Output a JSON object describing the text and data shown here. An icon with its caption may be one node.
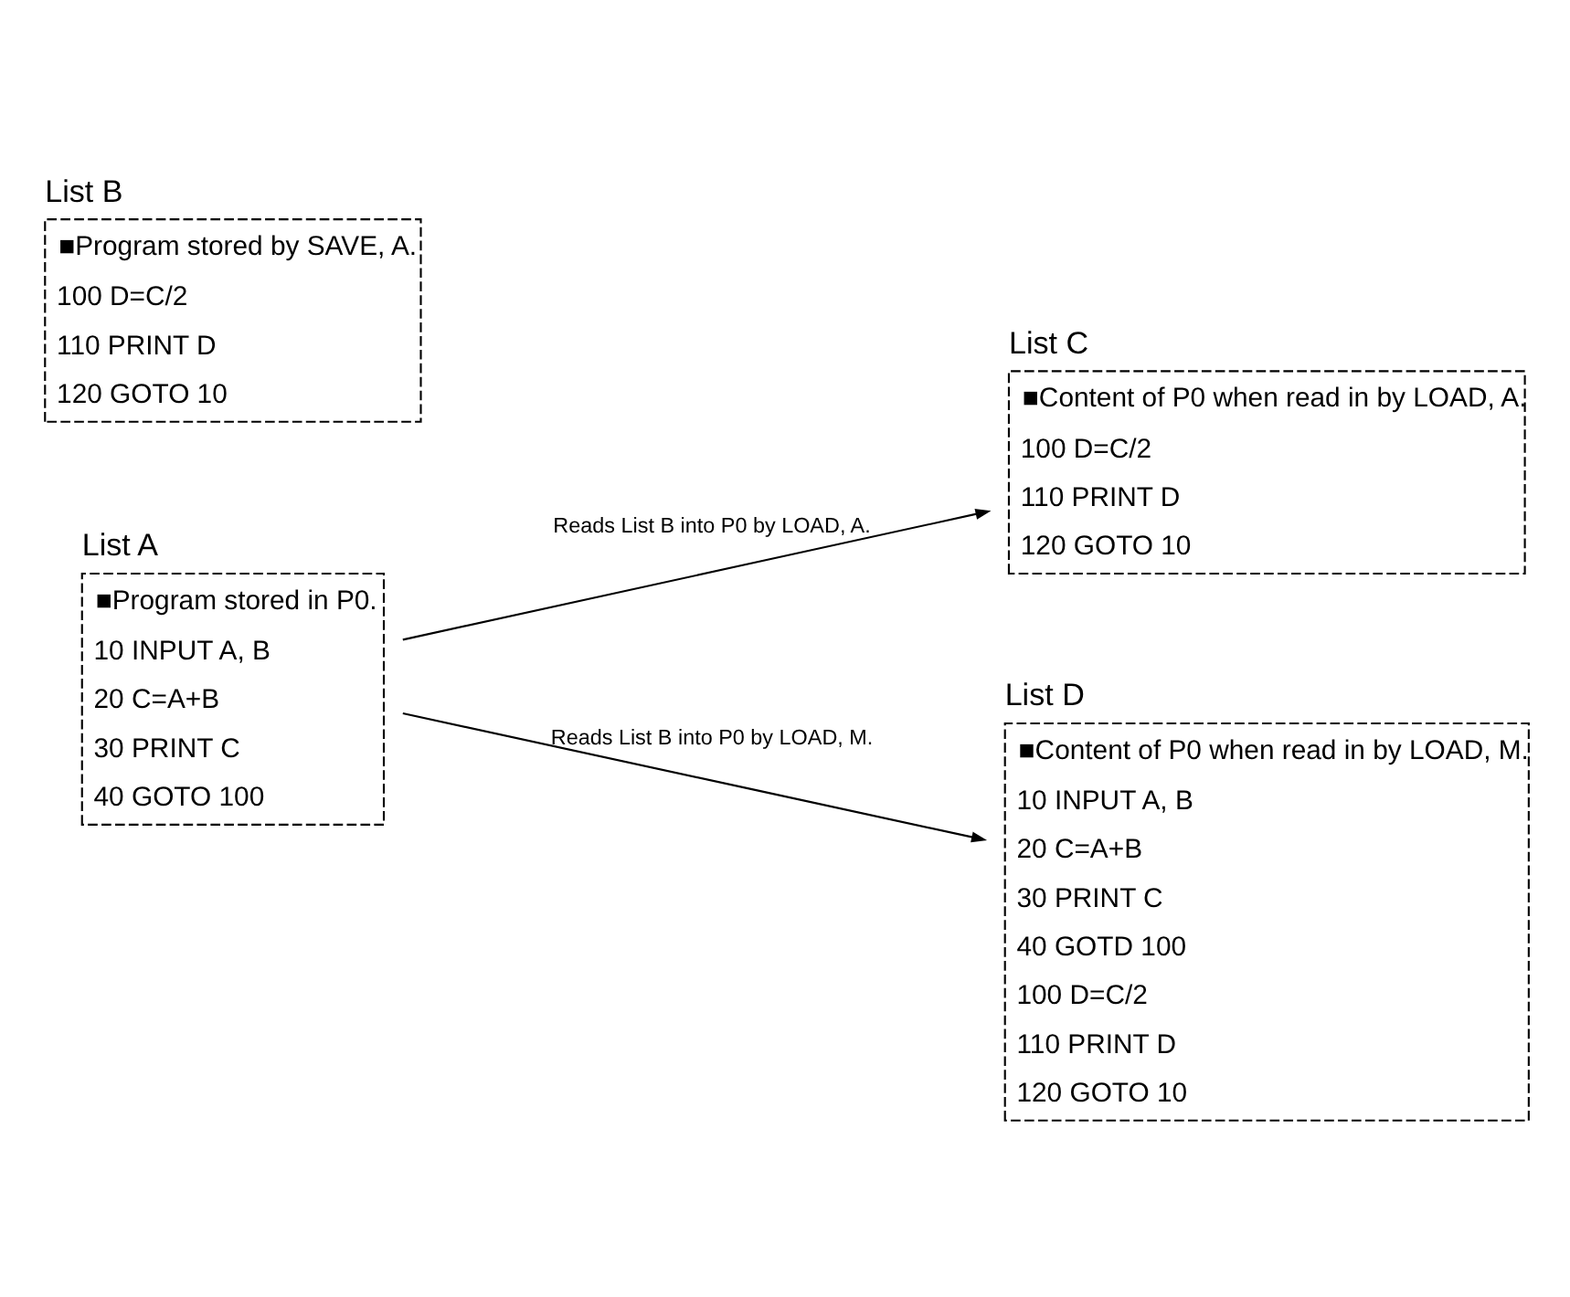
{
  "diagram": {
    "nodes": [
      {
        "text": [
          "List A",
          "■Program stored in P0.",
          "10 INPUT A, B",
          "20 C=A+B",
          "30 PRINT C",
          "40 GOTO 100"
        ]
      },
      {
        "text": [
          "List B",
          "■Program stored by SAVE, A.",
          "100 D=C/2",
          "110 PRINT D",
          "120 GOTO 10"
        ]
      },
      {
        "text": [
          "List C",
          "■Content of P0 when read in by LOAD, A.",
          "100 D=C/2",
          "110 PRINT D",
          "120 GOTO 10"
        ]
      },
      {
        "text": [
          "List D",
          "■Content of P0 when read in by LOAD, M.",
          "10 INPUT A, B",
          "20 C=A+B",
          "30 PRINT C",
          "40 GOTD 100",
          "100 D=C/2",
          "110 PRINT D",
          "120 GOTO 10"
        ]
      }
    ],
    "edges": [
      {
        "from": 0,
        "to": 2,
        "arrow": "to",
        "label": "Reads List B into P0 by LOAD, A."
      },
      {
        "from": 0,
        "to": 3,
        "arrow": "to",
        "label": "Reads List B into P0 by LOAD, M."
      }
    ]
  }
}
